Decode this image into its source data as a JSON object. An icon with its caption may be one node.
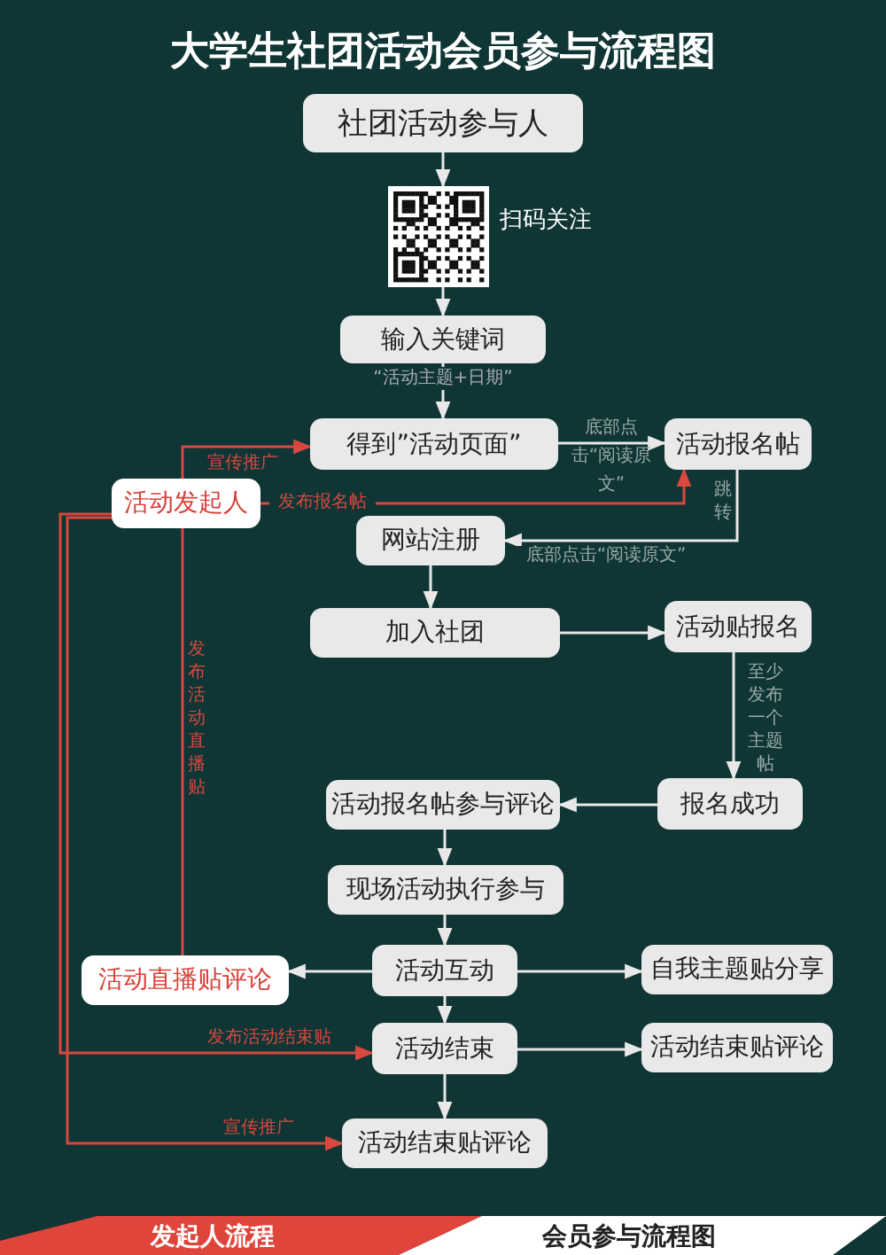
{
  "diagram": {
    "title": "大学生社团活动会员参与流程图",
    "nodes": [
      {
        "text": [
          "社团活动参与人"
        ]
      },
      {
        "text": [],
        "shape": "picture",
        "beside": [
          "扫码关注"
        ]
      },
      {
        "text": [
          "输入关键词"
        ],
        "beside": [
          "“活动主题+日期”"
        ]
      },
      {
        "text": [
          "得到”活动页面”"
        ]
      },
      {
        "text": [
          "活动报名帖"
        ]
      },
      {
        "text": [
          "活动发起人"
        ]
      },
      {
        "text": [
          "网站注册"
        ]
      },
      {
        "text": [
          "加入社团"
        ]
      },
      {
        "text": [
          "活动贴报名"
        ]
      },
      {
        "text": [
          "报名成功"
        ]
      },
      {
        "text": [
          "活动报名帖参与评论"
        ]
      },
      {
        "text": [
          "现场活动执行参与"
        ]
      },
      {
        "text": [
          "活动互动"
        ]
      },
      {
        "text": [
          "活动直播贴评论"
        ]
      },
      {
        "text": [
          "自我主题贴分享"
        ]
      },
      {
        "text": [
          "活动结束"
        ]
      },
      {
        "text": [
          "活动结束贴评论"
        ]
      },
      {
        "text": [
          "活动结束贴评论"
        ]
      }
    ],
    "edges": [
      {
        "from": 0,
        "to": 1,
        "arrow": "to"
      },
      {
        "from": 1,
        "to": 2,
        "arrow": "to"
      },
      {
        "from": 2,
        "to": 3,
        "arrow": "to"
      },
      {
        "from": 3,
        "to": 4,
        "arrow": "to",
        "label": "底部点击“阅读原文”"
      },
      {
        "from": 4,
        "to": 6,
        "arrow": "to",
        "label": "跳转"
      },
      {
        "from": 6,
        "to": 7,
        "arrow": "to"
      },
      {
        "from": 7,
        "to": 8,
        "arrow": "to"
      },
      {
        "from": 8,
        "to": 9,
        "arrow": "to",
        "label": "至少发布一个主题帖"
      },
      {
        "from": 9,
        "to": 10,
        "arrow": "to"
      },
      {
        "from": 10,
        "to": 11,
        "arrow": "to"
      },
      {
        "from": 11,
        "to": 12,
        "arrow": "to"
      },
      {
        "from": 12,
        "to": 13,
        "arrow": "to"
      },
      {
        "from": 12,
        "to": 14,
        "arrow": "to"
      },
      {
        "from": 12,
        "to": 15,
        "arrow": "to"
      },
      {
        "from": 15,
        "to": 16,
        "arrow": "to"
      },
      {
        "from": 15,
        "to": 17,
        "arrow": "to"
      },
      {
        "from": 5,
        "to": 3,
        "arrow": "to",
        "label": "宣传推广",
        "color": "#d9483f"
      },
      {
        "from": 5,
        "to": 4,
        "arrow": "to",
        "label": "发布报名帖",
        "color": "#d9483f"
      },
      {
        "from": 5,
        "to": 13,
        "arrow": "none",
        "label": "发布活动直播贴",
        "color": "#d9483f"
      },
      {
        "from": 5,
        "to": 15,
        "arrow": "to",
        "label": "发布活动结束贴",
        "color": "#d9483f"
      },
      {
        "from": 5,
        "to": 17,
        "arrow": "to",
        "label": "宣传推广",
        "color": "#d9483f"
      }
    ],
    "labels": [
      "底部点击“阅读原文”"
    ],
    "legend": [
      {
        "text": "发起人流程",
        "color": "#e0453c"
      },
      {
        "text": "会员参与流程图",
        "color": "#ffffff"
      }
    ]
  }
}
